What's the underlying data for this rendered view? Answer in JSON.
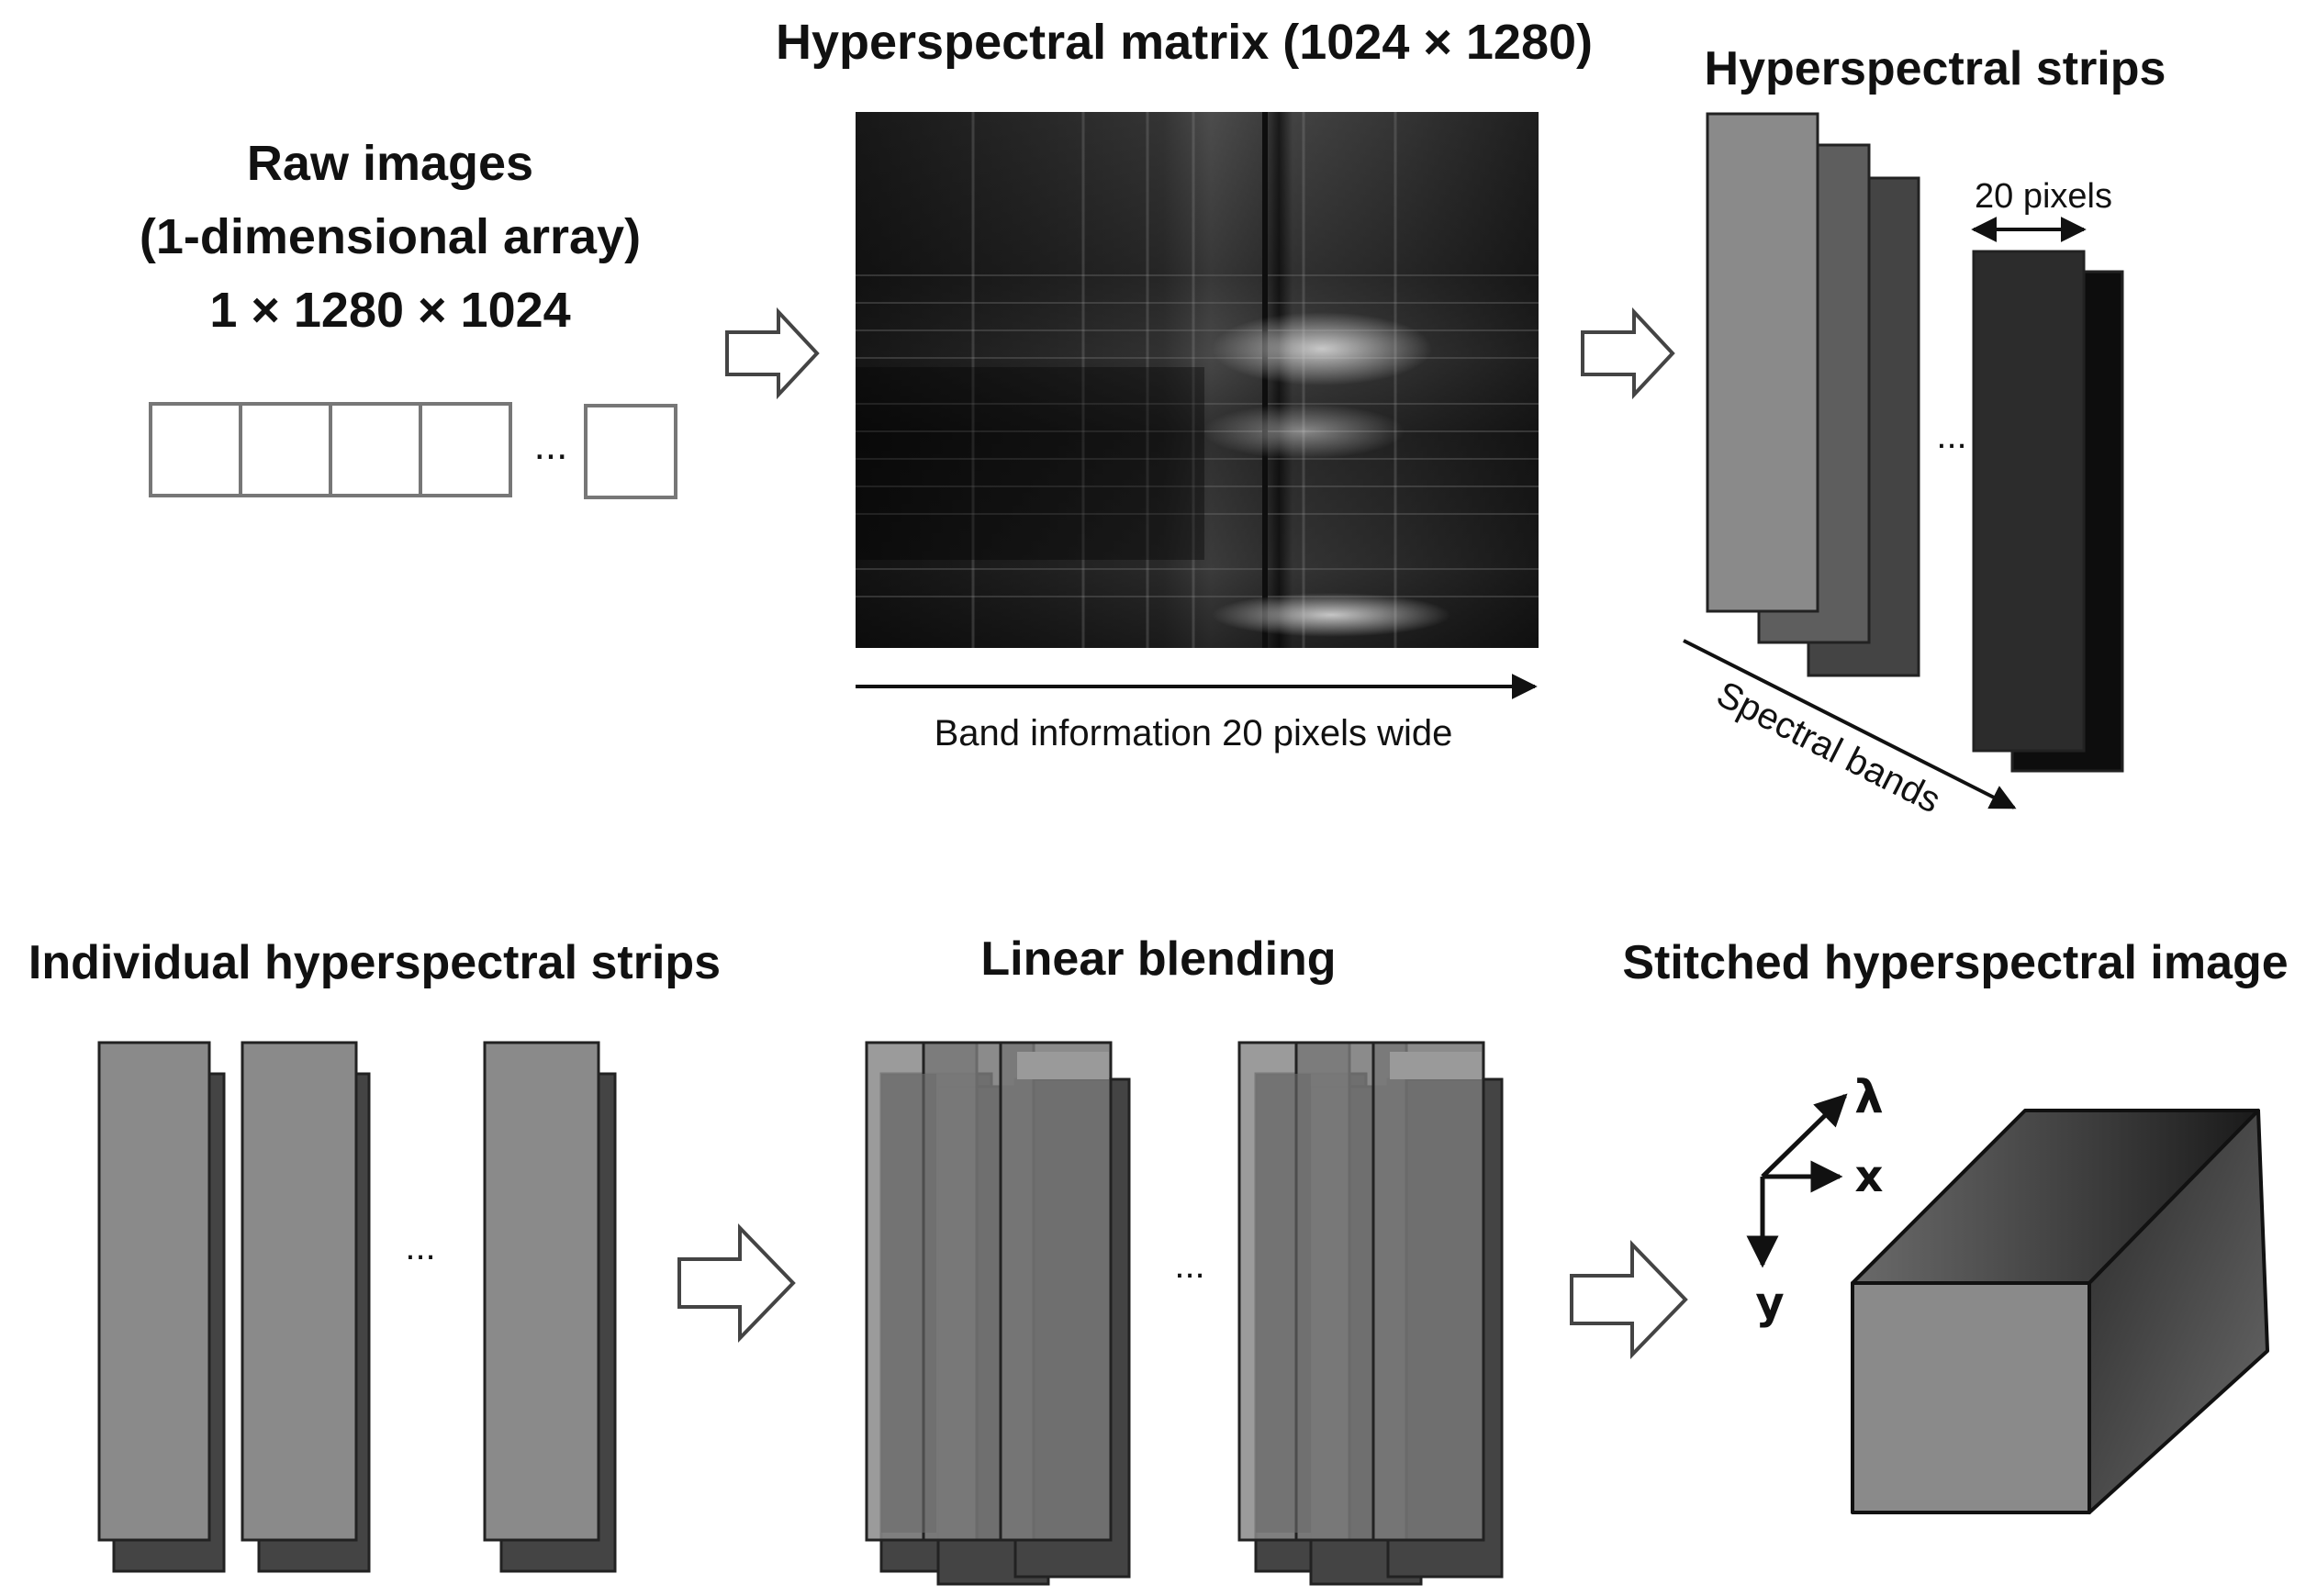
{
  "top": {
    "raw": {
      "title_line1": "Raw images",
      "title_line2": "(1-dimensional array)",
      "title_line3": "1 × 1280 × 1024",
      "ellipsis": "..."
    },
    "matrix": {
      "title": "Hyperspectral matrix (1024 × 1280)",
      "band_label": "Band information 20 pixels wide"
    },
    "strips": {
      "title": "Hyperspectral strips",
      "width_label": "20 pixels",
      "axis_label": "Spectral bands",
      "ellipsis": "..."
    }
  },
  "bottom": {
    "individual": {
      "title": "Individual hyperspectral strips",
      "ellipsis": "..."
    },
    "blending": {
      "title": "Linear blending",
      "ellipsis": "..."
    },
    "stitched": {
      "title": "Stitched hyperspectral image",
      "axis_lambda": "λ",
      "axis_x": "x",
      "axis_y": "y"
    }
  },
  "colors": {
    "strip_light": "#8a8a8a",
    "strip_mid": "#5e5e5e",
    "strip_dark": "#3e3e3e",
    "strip_black": "#0d0d0d"
  }
}
